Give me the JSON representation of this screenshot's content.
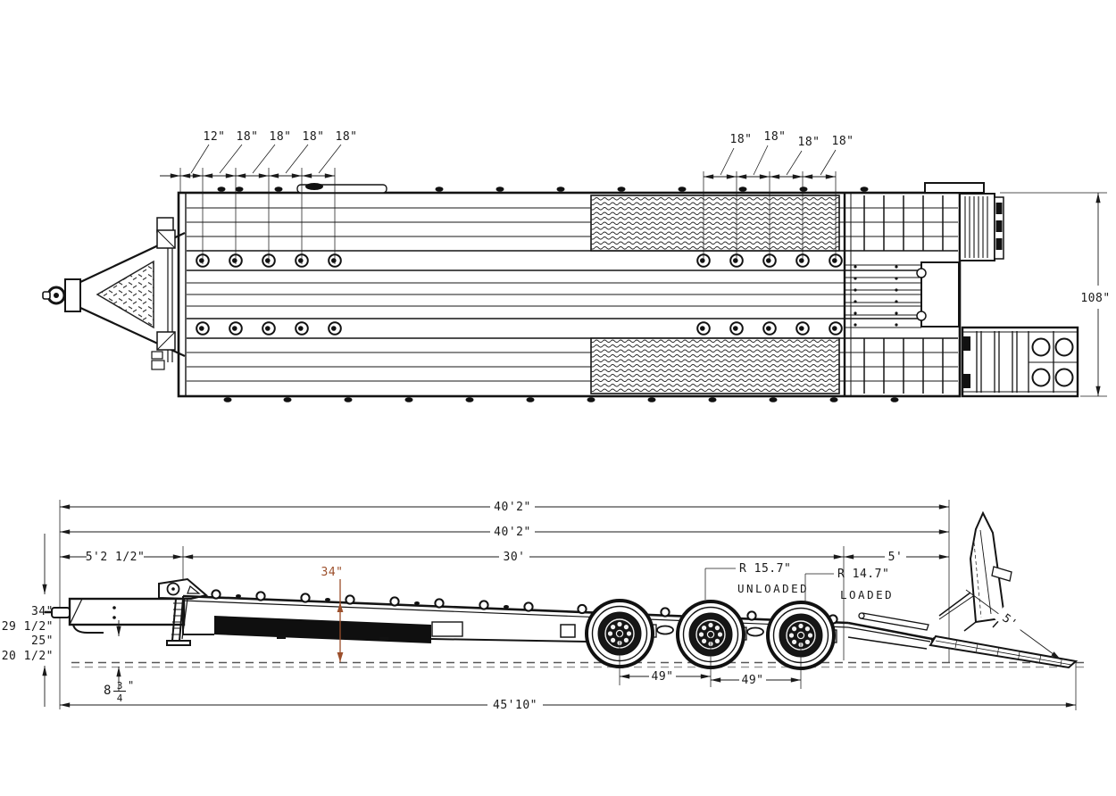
{
  "colors": {
    "ink": "#1a1a1a",
    "accent": "#9c4f2b"
  },
  "top_view": {
    "front_spacing": [
      "12\"",
      "18\"",
      "18\"",
      "18\"",
      "18\""
    ],
    "rear_spacing": [
      "18\"",
      "18\"",
      "18\"",
      "18\""
    ],
    "overall_width": "108\""
  },
  "side_view": {
    "overall_deck_lengths": [
      "40'2\"",
      "40'2\""
    ],
    "gooseneck_length": "5'2 1/2\"",
    "main_deck_length": "30'",
    "tail_length": "5'",
    "deck_height": "34\"",
    "coupler_heights": [
      "34\"",
      "29 1/2\"",
      "25\"",
      "20 1/2\""
    ],
    "tire_radius_unloaded": "R 15.7\"",
    "unloaded_label": "UNLOADED",
    "tire_radius_loaded": "R 14.7\"",
    "loaded_label": "LOADED",
    "ground_clearance": {
      "whole": "8",
      "numerator": "3",
      "denominator": "4",
      "unit": "\""
    },
    "axle_spacings": [
      "49\"",
      "49\""
    ],
    "overall_length": "45'10\"",
    "ramp_length": "5'"
  }
}
